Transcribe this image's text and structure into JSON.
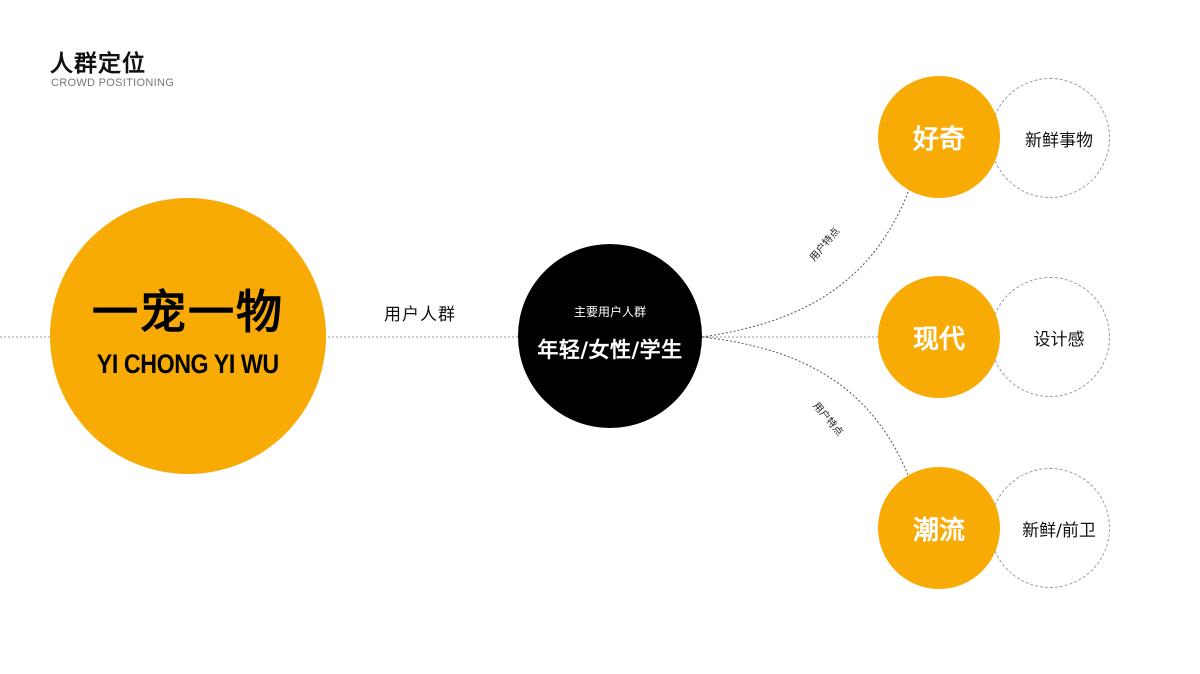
{
  "header": {
    "title": "人群定位",
    "subtitle": "CROWD POSITIONING"
  },
  "brand": {
    "name": "一宠一物",
    "pinyin": "YI CHONG YI WU"
  },
  "link_label": "用户人群",
  "core": {
    "label": "主要用户人群",
    "value": "年轻/女性/学生"
  },
  "edge_labels": {
    "upper": "用户特点",
    "lower": "用户特点"
  },
  "traits": [
    {
      "name": "好奇",
      "desc": "新鲜事物"
    },
    {
      "name": "现代",
      "desc": "设计感"
    },
    {
      "name": "潮流",
      "desc": "新鲜/前卫"
    }
  ],
  "colors": {
    "accent": "#f8ab05",
    "core": "#000000",
    "line": "#9a9a9a",
    "background": "#ffffff"
  }
}
